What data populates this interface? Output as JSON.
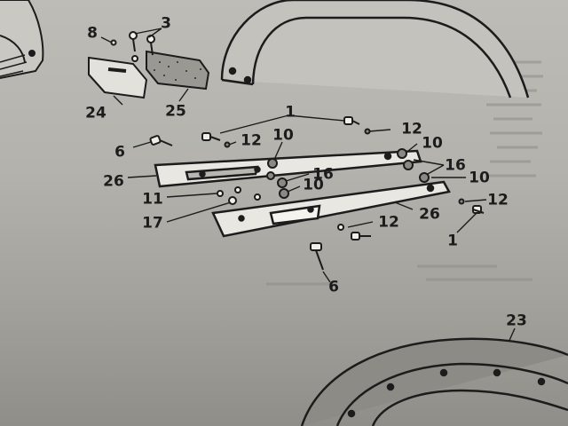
{
  "callouts": {
    "c1_top": "1",
    "c1_bottom": "1",
    "c3": "3",
    "c6_left": "6",
    "c6_bottom": "6",
    "c8": "8",
    "c10_a": "10",
    "c10_b": "10",
    "c10_c": "10",
    "c10_d": "10",
    "c11": "11",
    "c12_a": "12",
    "c12_b": "12",
    "c12_c": "12",
    "c12_d": "12",
    "c16_a": "16",
    "c16_b": "16",
    "c17": "17",
    "c23": "23",
    "c24": "24",
    "c25": "25",
    "c26_left": "26",
    "c26_right": "26"
  },
  "colors": {
    "ink": "#1c1c1c",
    "paper": "#b9b8b2",
    "shadow": "#6d6b66"
  }
}
